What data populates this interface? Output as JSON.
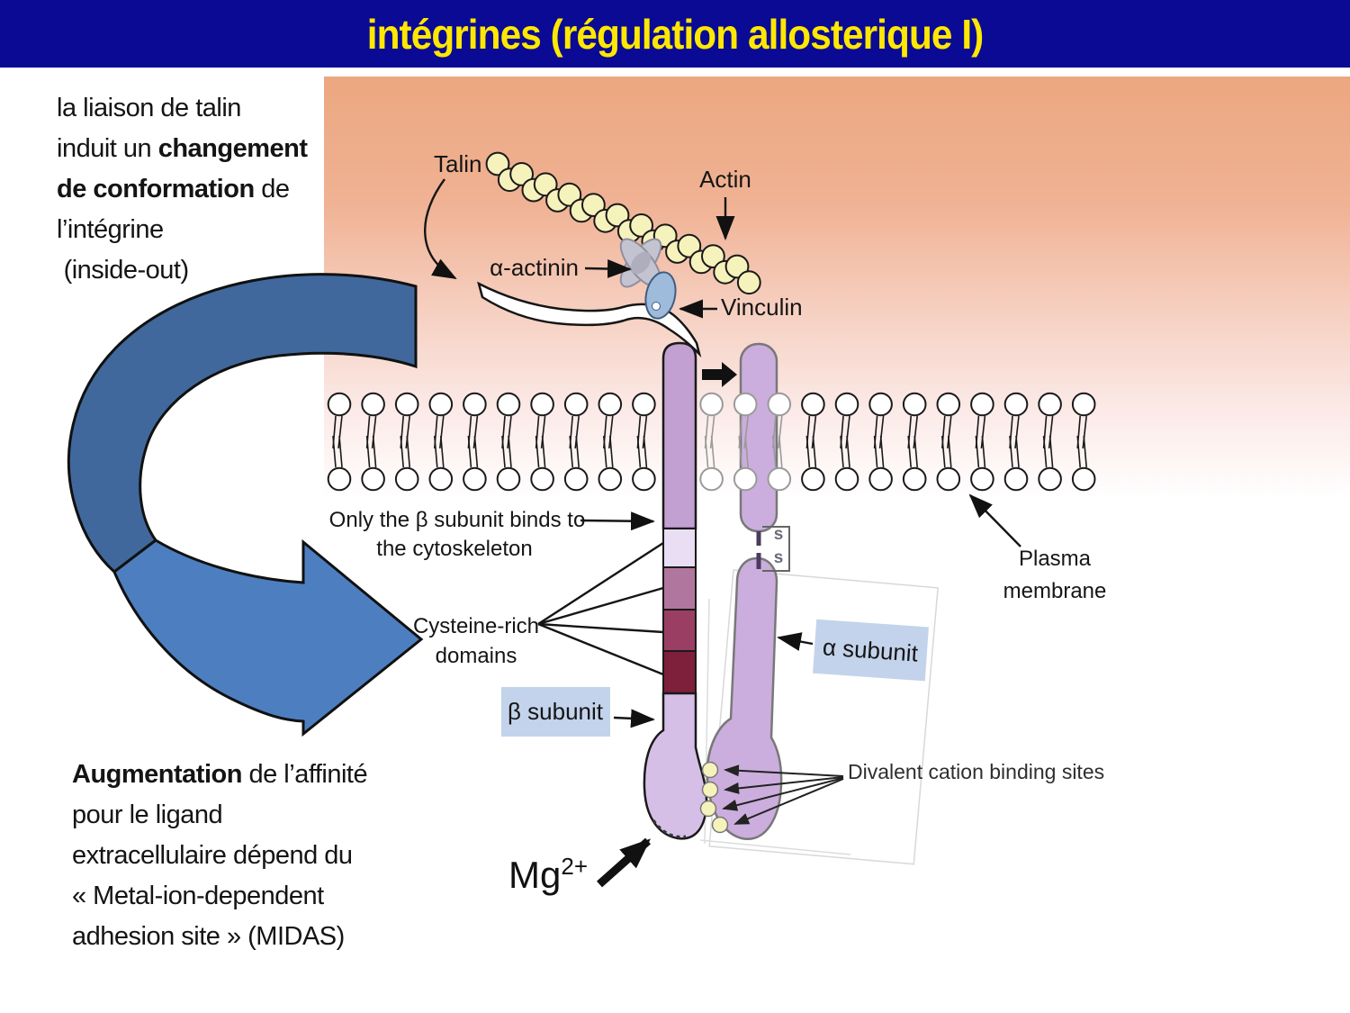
{
  "title": "intégrines (régulation allosterique I)",
  "paragraph_top": {
    "run1": "la liaison de talin\ninduit un ",
    "run2_bold": "changement\nde conformation",
    "run3": " de\nl’intégrine\n (inside-out)"
  },
  "paragraph_bottom": {
    "run1_bold": "Augmentation",
    "run2": " de l’affinité\npour le ligand\nextracellulaire dépend du\n« Metal-ion-dependent\nadhesion site » (MIDAS)"
  },
  "mg_label": {
    "base": "Mg",
    "sup": "2+"
  },
  "diagram_labels": {
    "talin": "Talin",
    "actin": "Actin",
    "alpha_actinin": "α-actinin",
    "vinculin": "Vinculin",
    "only_beta_1": "Only the β subunit binds to",
    "only_beta_2": "the cytoskeleton",
    "cysteine_1": "Cysteine-rich",
    "cysteine_2": "domains",
    "beta_subunit": "β subunit",
    "alpha_subunit": "α subunit",
    "plasma_1": "Plasma",
    "plasma_2": "membrane",
    "divalent": "Divalent cation binding sites",
    "s_top": "s",
    "s_bottom": "s"
  },
  "colors": {
    "title_bar": "#0a0a94",
    "title_text": "#ffe800",
    "swoosh_dark": "#40689c",
    "swoosh_light": "#4d7fc0",
    "label_box": "#c3d3eb",
    "beta_rod": "#c3a0d2",
    "beta_light_segment": "#e9def4",
    "cys_segment_1": "#b1769e",
    "cys_segment_2": "#9a3f63",
    "cys_segment_3": "#7e1f3c",
    "beta_stalk": "#d5bfe7",
    "alpha_body": "#cbaedd",
    "bead_yellow": "#f6f2bb",
    "vinculin_blue": "#9fbbdb",
    "actinin_grey": "#c4c4d0",
    "gradient_peach": "#eba780"
  }
}
